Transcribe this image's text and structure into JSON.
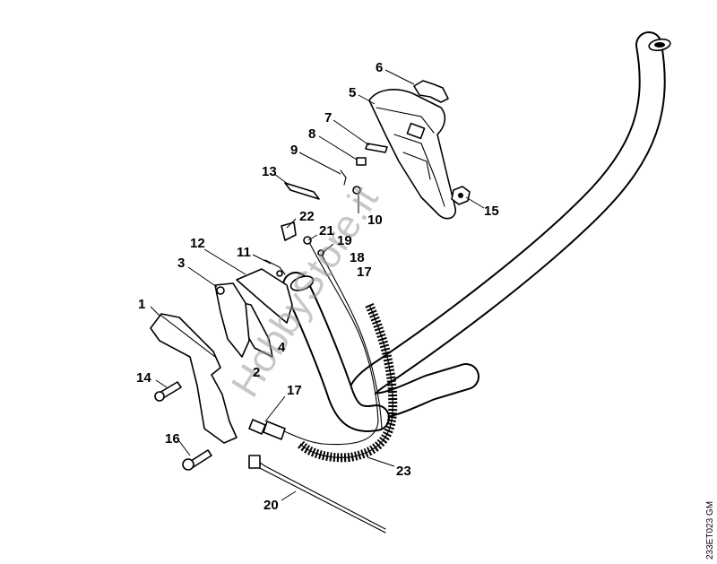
{
  "diagram": {
    "callouts": [
      "1",
      "2",
      "3",
      "4",
      "5",
      "6",
      "7",
      "8",
      "9",
      "10",
      "11",
      "12",
      "13",
      "14",
      "15",
      "16",
      "17",
      "17",
      "18",
      "19",
      "20",
      "21",
      "22",
      "23"
    ],
    "drawing_code": "233ET023 GM",
    "watermark": "HobbyStore.it"
  }
}
